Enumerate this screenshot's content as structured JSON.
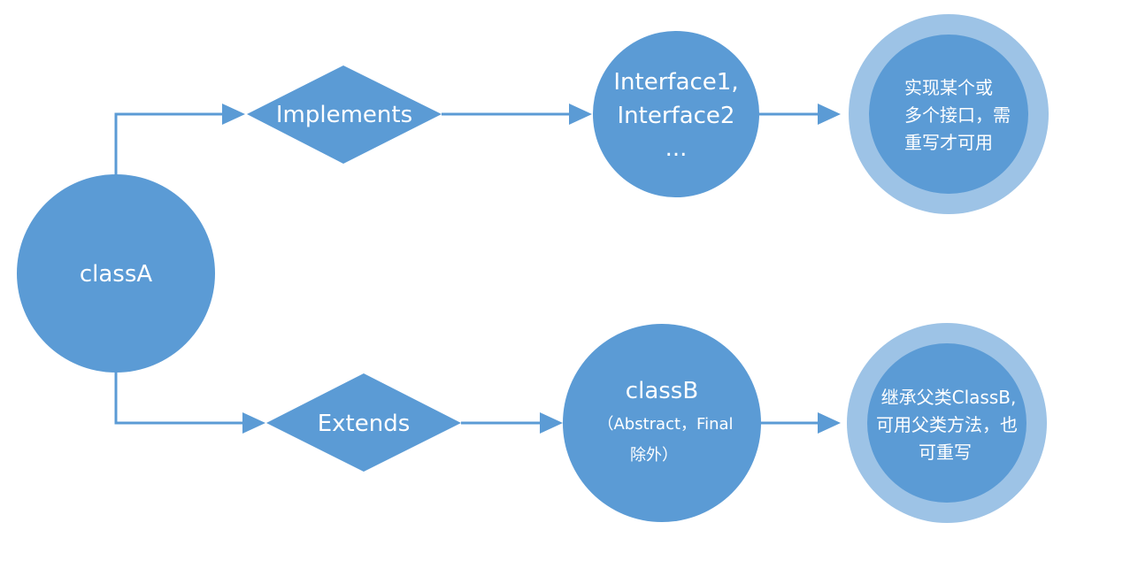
{
  "colors": {
    "fill": "#5b9bd5",
    "ring": "#9dc3e6",
    "edge": "#5b9bd5",
    "text": "#ffffff",
    "background": "#ffffff"
  },
  "nodes": {
    "class_a": {
      "label": "classA"
    },
    "implements": {
      "label": "Implements"
    },
    "extends": {
      "label": "Extends"
    },
    "interfaces": {
      "lines": [
        "Interface1,",
        "Interface2",
        "..."
      ]
    },
    "class_b": {
      "title": "classB",
      "line2": "（Abstract，Final",
      "line3": "除外）"
    },
    "note_implements": {
      "lines": [
        "实现某个或",
        "多个接口，需",
        "重写才可用"
      ]
    },
    "note_extends": {
      "lines": [
        "继承父类ClassB,",
        "可用父类方法，也",
        "可重写"
      ]
    }
  }
}
